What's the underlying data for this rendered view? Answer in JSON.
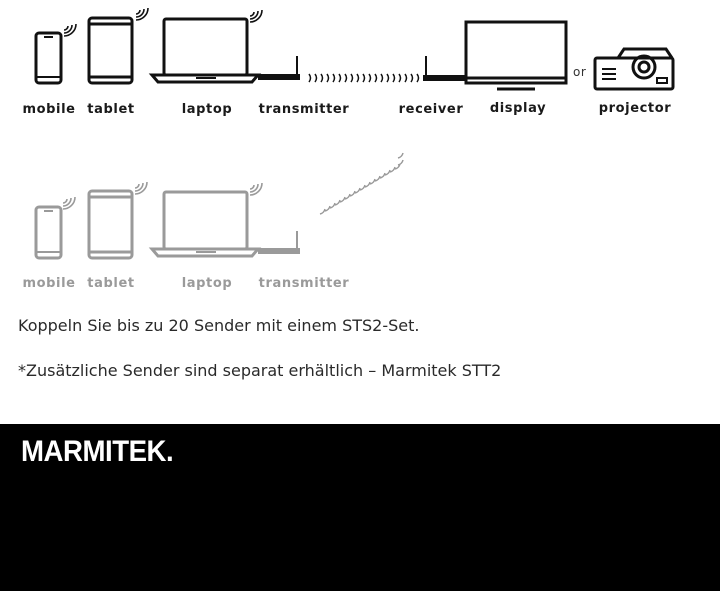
{
  "diagram": {
    "row1": {
      "labels": {
        "mobile": "mobile",
        "tablet": "tablet",
        "laptop": "laptop",
        "transmitter": "transmitter",
        "receiver": "receiver",
        "display": "display",
        "projector": "projector"
      },
      "or_text": "or",
      "color": "#111111"
    },
    "row2": {
      "labels": {
        "mobile": "mobile",
        "tablet": "tablet",
        "laptop": "laptop",
        "transmitter": "transmitter"
      },
      "color": "#9a9a9a"
    }
  },
  "text": {
    "line1": "Koppeln Sie bis zu 20 Sender mit einem STS2-Set.",
    "line2": "*Zusätzliche Sender sind separat erhältlich – Marmitek STT2"
  },
  "footer": {
    "logo_text": "MARMITEK.",
    "background": "#000000",
    "logo_color": "#ffffff"
  }
}
